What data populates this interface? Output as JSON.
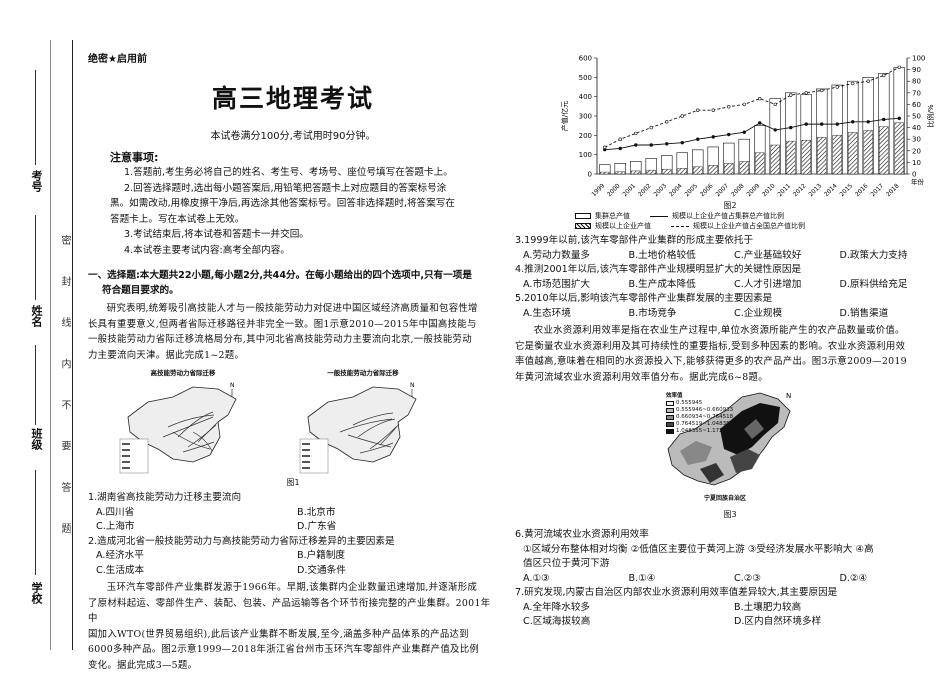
{
  "sidebar": {
    "labels": {
      "kaohao": "考号",
      "xingming": "姓名",
      "banji": "班级",
      "xuexiao": "学校"
    },
    "seal_text": "密 封 线 内 不 要 答 题"
  },
  "header": {
    "secret": "绝密★启用前",
    "title": "高三地理考试",
    "subtitle": "本试卷满分100分,考试用时90分钟。"
  },
  "notice": {
    "title": "注意事项:",
    "items": [
      "1.答题前,考生务必将自己的姓名、考生号、考场号、座位号填写在答题卡上。",
      "2.回答选择题时,选出每小题答案后,用铅笔把答题卡上对应题目的答案标号涂",
      "黑。如需改动,用橡皮擦干净后,再选涂其他答案标号。回答非选择题时,将答案写在",
      "答题卡上。写在本试卷上无效。",
      "3.考试结束后,将本试卷和答题卡一并交回。",
      "4.本试卷主要考试内容:高考全部内容。"
    ]
  },
  "section1": {
    "head_line1": "一、选择题:本大题共22小题,每小题2分,共44分。在每小题给出的四个选项中,只有一项是",
    "head_line2": "符合题目要求的。",
    "passage1": [
      "研究表明,统筹吸引高技能人才与一般技能劳动力对促进中国区域经济高质量和包容性增",
      "长具有重要意义,但两者省际迁移路径并非完全一致。图1示意2010—2015年中国高技能与",
      "一般技能劳动力省际迁移流格局分布,其中河北省高技能劳动力主要流向北京,一般技能劳动",
      "力主要流向天津。据此完成1~2题。"
    ],
    "map1_title": "高技能劳动力省际迁移",
    "map2_title": "一般技能劳动力省际迁移",
    "fig1_caption": "图1",
    "q1": {
      "stem": "1.湖南省高技能劳动力迁移主要流向",
      "options": [
        "A.四川省",
        "B.北京市",
        "C.上海市",
        "D.广东省"
      ]
    },
    "q2": {
      "stem": "2.造成河北省一般技能劳动力与高技能劳动力省际迁移差异的主要因素是",
      "options": [
        "A.经济水平",
        "B.户籍制度",
        "C.生活成本",
        "D.交通条件"
      ]
    },
    "passage2": [
      "玉环汽车零部件产业集群发源于1966年。早期,该集群内企业数量迅速增加,并逐渐形成",
      "了原材料起运、零部件生产、装配、包装、产品运输等各个环节衔接完整的产业集群。2001年中",
      "国加入WTO(世界贸易组织),此后该产业集群不断发展,至今,涵盖多种产品体系的产品达到",
      "6000多种产品。图2示意1999—2018年浙江省台州市玉环汽车零部件产业集群产值及比例",
      "变化。据此完成3—5题。"
    ]
  },
  "right": {
    "fig2_caption": "图2",
    "legend": [
      "集群总产值",
      "规模以上企业产值",
      "规模以上企业产值占集群总产值比例",
      "规模以上企业产值占全国总产值比例"
    ],
    "q3": {
      "stem": "3.1999年以前,该汽车零部件产业集群的形成主要依托于",
      "options": [
        "A.劳动力数量多",
        "B.土地价格较低",
        "C.产业基础较好",
        "D.政策大力支持"
      ]
    },
    "q4": {
      "stem": "4.推测2001年以后,该汽车零部件产业规模明显扩大的关键性原因是",
      "options": [
        "A.市场范围扩大",
        "B.生产成本降低",
        "C.人才引进增加",
        "D.原料供给充足"
      ]
    },
    "q5": {
      "stem": "5.2010年以后,影响该汽车零部件产业集群发展的主要因素是",
      "options": [
        "A.生态环境",
        "B.市场竞争",
        "C.企业规模",
        "D.销售渠道"
      ]
    },
    "passage3": [
      "农业水资源利用效率是指在农业生产过程中,单位水资源所能产生的农产品数量或价值。",
      "它是衡量农业水资源利用及其可持续性的重要指标,受到多种因素的影响。农业水资源利用效",
      "率值越高,意味着在相同的水资源投入下,能够获得更多的农产品产出。图3示意2009—2019",
      "年黄河流域农业水资源利用效率值分布。据此完成6~8题。"
    ],
    "map3_legend_title": "效率值",
    "map3_legend": [
      "0.555945",
      "0.555946~0.660933",
      "0.660934~0.764518",
      "0.764519~1.048354",
      "1.048355~1.172773"
    ],
    "map3_label": "宁夏回族自治区",
    "fig3_caption": "图3",
    "q6": {
      "stem": "6.黄河流域农业水资源利用效率",
      "line1": "①区域分布整体相对均衡 ②低值区主要位于黄河上游 ③受经济发展水平影响大 ④高",
      "line2": "值区只位于黄河下游",
      "options": [
        "A.①③",
        "B.①④",
        "C.②③",
        "D.②④"
      ]
    },
    "q7": {
      "stem": "7.研究发现,内蒙古自治区内部农业水资源利用效率值差异较大,其主要原因是",
      "options": [
        "A.全年降水较多",
        "B.土壤肥力较高",
        "C.区域海拔较高",
        "D.区内自然环境多样"
      ]
    }
  },
  "chart_data": {
    "type": "bar",
    "title": "",
    "xlabel": "年份",
    "ylabel": "产值/亿元",
    "y2label": "比例/%",
    "ylim": [
      0,
      600
    ],
    "y2lim": [
      0,
      100
    ],
    "yticks": [
      0,
      100,
      200,
      300,
      400,
      500,
      600
    ],
    "y2ticks": [
      0,
      10,
      20,
      30,
      40,
      50,
      60,
      70,
      80,
      90,
      100
    ],
    "categories": [
      "1999",
      "2000",
      "2001",
      "2002",
      "2003",
      "2004",
      "2005",
      "2006",
      "2007",
      "2008",
      "2009",
      "2010",
      "2011",
      "2012",
      "2013",
      "2014",
      "2015",
      "2016",
      "2017",
      "2018"
    ],
    "series": [
      {
        "name": "集群总产值",
        "kind": "bar",
        "values": [
          48,
          55,
          65,
          80,
          95,
          110,
          125,
          140,
          160,
          180,
          250,
          390,
          420,
          410,
          440,
          460,
          480,
          500,
          520,
          550
        ]
      },
      {
        "name": "规模以上企业产值",
        "kind": "bar",
        "values": [
          10,
          12,
          16,
          20,
          25,
          30,
          38,
          45,
          55,
          65,
          110,
          150,
          170,
          175,
          190,
          200,
          215,
          225,
          245,
          265
        ]
      },
      {
        "name": "规模以上企业产值占集群总产值比例",
        "kind": "line",
        "values": [
          21,
          22,
          25,
          25,
          26,
          27,
          30,
          32,
          34,
          36,
          44,
          38,
          40,
          43,
          43,
          43,
          45,
          45,
          47,
          48
        ]
      },
      {
        "name": "规模以上企业产值占全国总产值比例",
        "kind": "dashed",
        "values": [
          23,
          30,
          35,
          40,
          45,
          50,
          55,
          55,
          58,
          60,
          65,
          60,
          68,
          70,
          72,
          75,
          78,
          80,
          85,
          92
        ]
      }
    ],
    "legend_position": "bottom"
  }
}
